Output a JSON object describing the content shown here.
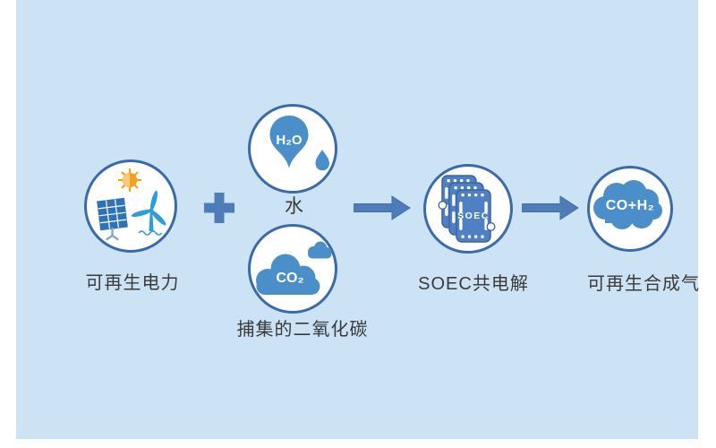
{
  "nodes": {
    "electricity": {
      "label": "可再生电力"
    },
    "water": {
      "label": "水",
      "molecule": "H₂O"
    },
    "co2": {
      "label": "捕集的二氧化碳",
      "molecule": "CO₂"
    },
    "soec": {
      "label": "SOEC共电解",
      "stack_text": "SOEC"
    },
    "syngas": {
      "label": "可再生合成气",
      "molecule": "CO+H₂"
    }
  },
  "operators": {
    "plus": "+"
  },
  "colors": {
    "panel_bg": "#cbe3f5",
    "circle_border": "#3a6aab",
    "icon_blue": "#4b8fca",
    "stack_blue": "#4f80c4",
    "stack_border": "#3a63a3",
    "connector_blue": "#4d7cb9",
    "label_text": "#3a3a3a",
    "sun_orange": "#f5a11f",
    "solar_panel_blue": "#2e74b5",
    "turbine_blue": "#2e9ed8"
  }
}
